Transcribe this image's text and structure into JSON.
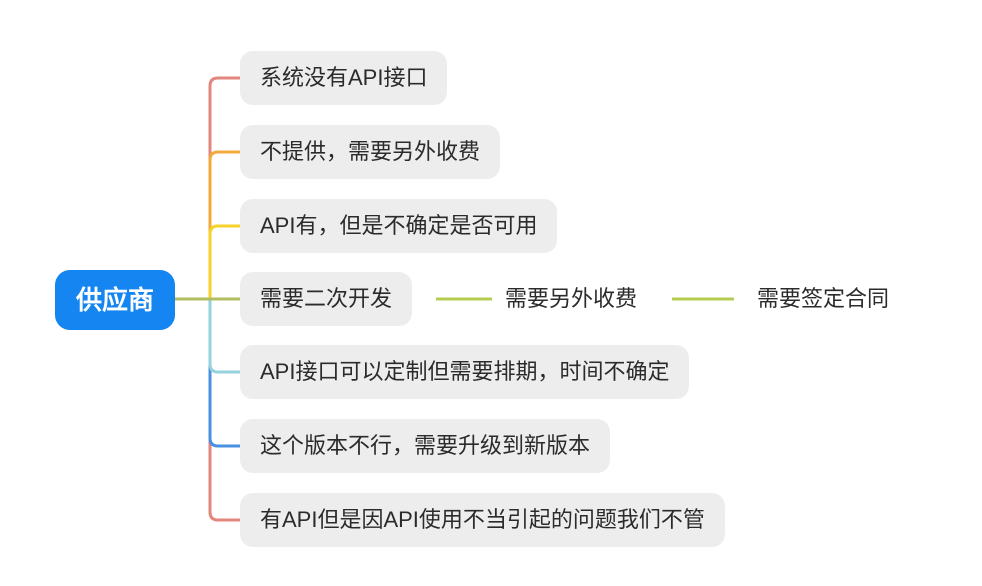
{
  "root": {
    "label": "供应商",
    "bg_color": "#1585f2",
    "text_color": "#ffffff"
  },
  "node_style": {
    "bubble_bg": "#ededed",
    "text_color": "#2b2b2b"
  },
  "branches": [
    {
      "label": "系统没有API接口",
      "color": "#e2867e",
      "children": []
    },
    {
      "label": "不提供，需要另外收费",
      "color": "#f2a93c",
      "children": []
    },
    {
      "label": "API有，但是不确定是否可用",
      "color": "#f5d329",
      "children": []
    },
    {
      "label": "需要二次开发",
      "color": "#b2bd61",
      "child_link_color": "#b5cc52",
      "children": [
        "需要另外收费",
        "需要签定合同"
      ]
    },
    {
      "label": "API接口可以定制但需要排期，时间不确定",
      "color": "#96d1de",
      "children": []
    },
    {
      "label": "这个版本不行，需要升级到新版本",
      "color": "#4a90e2",
      "children": []
    },
    {
      "label": "有API但是因API使用不当引起的问题我们不管",
      "color": "#e2867e",
      "children": []
    }
  ]
}
